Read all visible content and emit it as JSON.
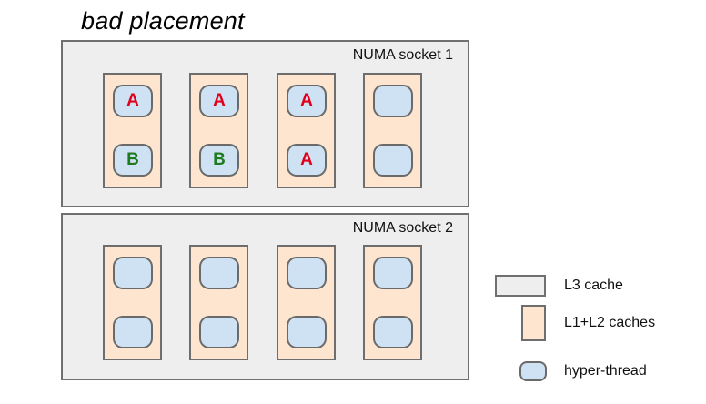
{
  "title": "bad placement",
  "colors": {
    "l3_fill": "#eeeeee",
    "l12_fill": "#fde5cf",
    "thread_fill": "#cfe2f3",
    "border": "#6e6e6e",
    "process_A": "#e0001b",
    "process_B": "#1f7a1f"
  },
  "sockets": [
    {
      "label": "NUMA socket 1",
      "cores": [
        {
          "threads": [
            "A",
            "B"
          ]
        },
        {
          "threads": [
            "A",
            "B"
          ]
        },
        {
          "threads": [
            "A",
            "A"
          ]
        },
        {
          "threads": [
            "",
            ""
          ]
        }
      ]
    },
    {
      "label": "NUMA socket 2",
      "cores": [
        {
          "threads": [
            "",
            ""
          ]
        },
        {
          "threads": [
            "",
            ""
          ]
        },
        {
          "threads": [
            "",
            ""
          ]
        },
        {
          "threads": [
            "",
            ""
          ]
        }
      ]
    }
  ],
  "legend": {
    "l3": "L3 cache",
    "l12": "L1+L2 caches",
    "ht": "hyper-thread"
  }
}
